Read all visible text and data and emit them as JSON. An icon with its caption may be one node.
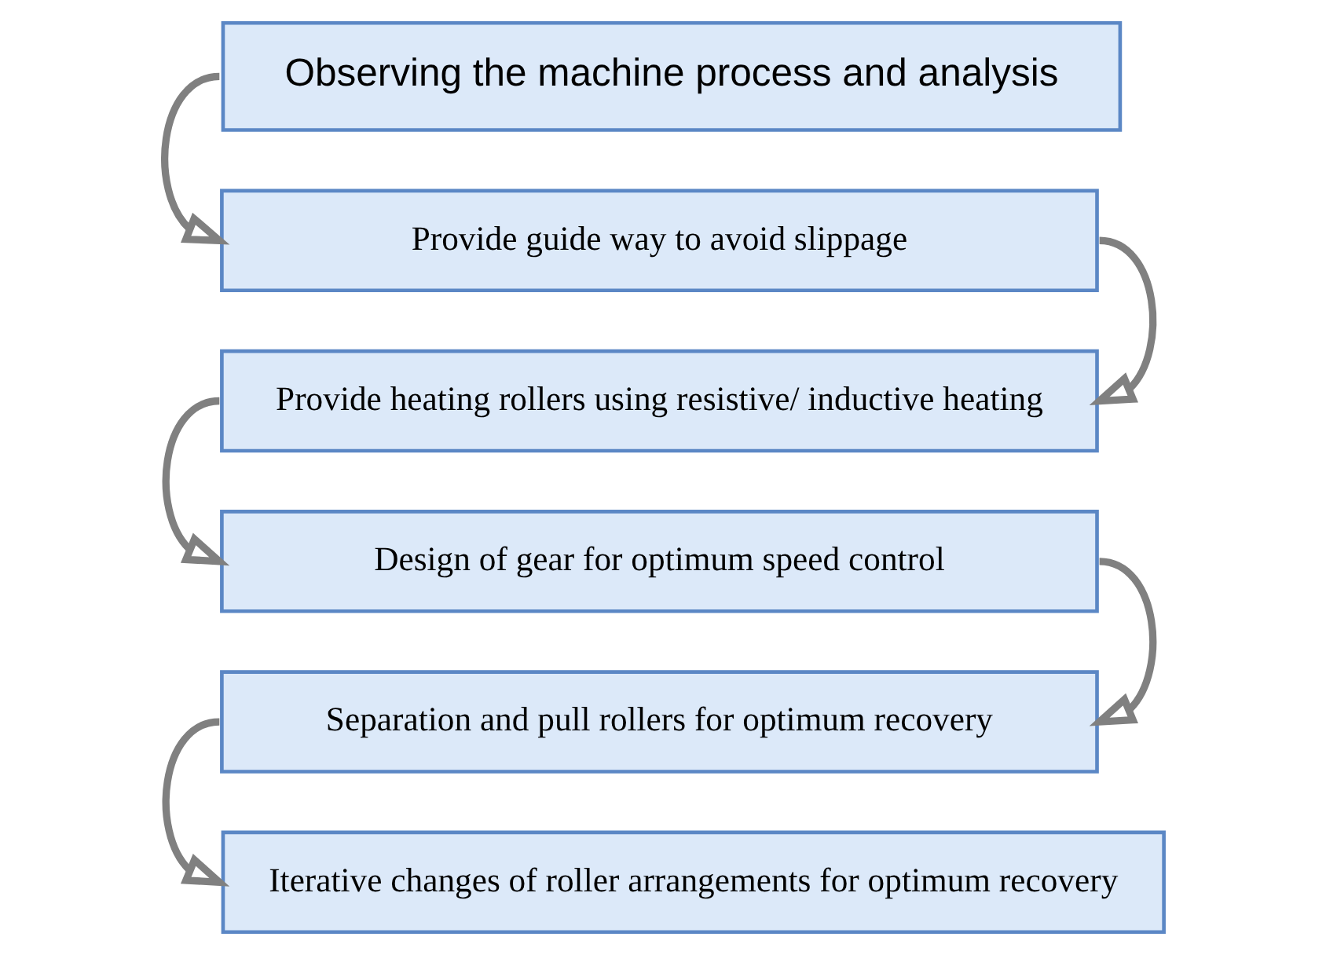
{
  "diagram": {
    "nodes": [
      {
        "text": [
          "Observing the machine process and analysis"
        ]
      },
      {
        "text": [
          "Provide guide way to avoid slippage"
        ]
      },
      {
        "text": [
          "Provide heating rollers using resistive/ inductive heating"
        ]
      },
      {
        "text": [
          "Design of gear for optimum speed control"
        ]
      },
      {
        "text": [
          "Separation and pull rollers for optimum recovery"
        ]
      },
      {
        "text": [
          "Iterative changes of roller arrangements for optimum recovery"
        ]
      }
    ],
    "edges": [
      {
        "from": 0,
        "to": 1,
        "arrow": "to"
      },
      {
        "from": 1,
        "to": 2,
        "arrow": "to"
      },
      {
        "from": 2,
        "to": 3,
        "arrow": "to"
      },
      {
        "from": 3,
        "to": 4,
        "arrow": "to"
      },
      {
        "from": 4,
        "to": 5,
        "arrow": "to"
      }
    ]
  }
}
